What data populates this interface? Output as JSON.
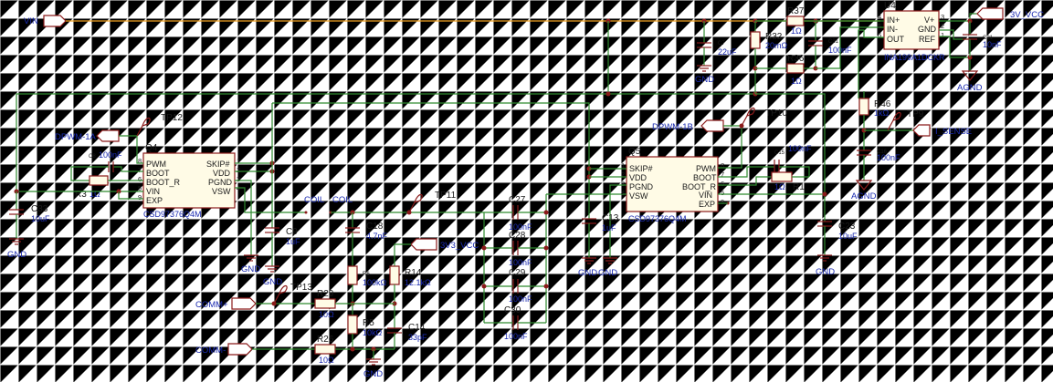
{
  "nets": {
    "vin": "VIN",
    "v3": "3V_VCC",
    "i_sense": "I_SENSE",
    "dpwm1a": "DPWM-1A",
    "dpwm1b": "DPWM-1B",
    "v3v3": "3V3_VCC",
    "comm_p": "COMM+",
    "comm_m": "COMM-",
    "coil": "COIL",
    "gnd": "GND",
    "agnd": "AGND"
  },
  "ic_u4": {
    "ref": "U4",
    "part": "INA199A1DCKR",
    "in_p": "IN+",
    "in_m": "IN-",
    "out": "OUT",
    "vp": "V+",
    "gnd": "GND",
    "ref_pin": "REF",
    "p4": "4",
    "p5": "5",
    "p6": "6",
    "p3": "3",
    "p2": "2",
    "p1": "1"
  },
  "ic_q4": {
    "ref": "Q4",
    "part": "CSD97376Q4M",
    "pwm": "PWM",
    "boot": "BOOT",
    "boot_r": "BOOT_R",
    "vin": "VIN",
    "exp": "EXP",
    "skip": "SKIP#",
    "vdd": "VDD",
    "pgnd": "PGND",
    "vsw": "VSW",
    "p8": "8",
    "p7": "7",
    "p6": "6",
    "p5": "5",
    "p9": "9",
    "p1": "1",
    "p2": "2",
    "p3": "3",
    "p4": "4"
  },
  "ic_q5": {
    "ref": "Q5",
    "part": "CSD97376Q4M",
    "skip": "SKIP#",
    "vdd": "VDD",
    "pgnd": "PGND",
    "vsw": "VSW",
    "pwm": "PWM",
    "boot": "BOOT",
    "boot_r": "BOOT_R",
    "vin": "VIN",
    "exp": "EXP",
    "p1": "1",
    "p2": "2",
    "p3": "3",
    "p4": "4",
    "p8": "8",
    "p7": "7",
    "p6": "6",
    "p5": "5",
    "p9": "9"
  },
  "resistors": {
    "r37": {
      "ref": "R37",
      "val": "1Ω"
    },
    "r32": {
      "ref": "R32",
      "val": "20mΩ"
    },
    "r36": {
      "ref": "R36",
      "val": "1Ω"
    },
    "r46": {
      "ref": "R46",
      "val": "1kΩ"
    },
    "r3": {
      "ref": "R3",
      "val": "1Ω"
    },
    "r1": {
      "ref": "R1",
      "val": "1Ω"
    },
    "r6": {
      "ref": "R6",
      "val": "100kΩ"
    },
    "r14": {
      "ref": "R14",
      "val": "12.1kΩ"
    },
    "r29": {
      "ref": "R29",
      "val": "10Ω"
    },
    "r5": {
      "ref": "R5",
      "val": "10kΩ"
    },
    "r26": {
      "ref": "R26",
      "val": "10Ω"
    }
  },
  "capacitors": {
    "c7": {
      "ref": "C7",
      "val": "22uF"
    },
    "c31": {
      "ref": "C31",
      "val": "100nF"
    },
    "c21": {
      "ref": "C21",
      "val": "10nF"
    },
    "c16": {
      "ref": "C16",
      "val": "100nF"
    },
    "c8": {
      "ref": "C8",
      "val": "100nF"
    },
    "c33": {
      "ref": "C33",
      "val": "10uF"
    },
    "c9": {
      "ref": "C9",
      "val": "1uF"
    },
    "c18": {
      "ref": "C18",
      "val": "4.7nF"
    },
    "c14": {
      "ref": "C14",
      "val": "33pF"
    },
    "c27": {
      "ref": "C27",
      "val": "100nF"
    },
    "c28": {
      "ref": "C28",
      "val": "100nF"
    },
    "c29": {
      "ref": "C29",
      "val": "100nF"
    },
    "c30": {
      "ref": "C30",
      "val": "100nF"
    },
    "c13": {
      "ref": "C13",
      "val": "1uF"
    },
    "c15": {
      "ref": "C15",
      "val": "100nF"
    },
    "c23": {
      "ref": "C23",
      "val": "10uF"
    }
  },
  "testpoints": {
    "tp12": "TP12",
    "tp10": "TP10",
    "tp9": "TP9",
    "tp11": "TP11",
    "tp13": "TP13"
  }
}
